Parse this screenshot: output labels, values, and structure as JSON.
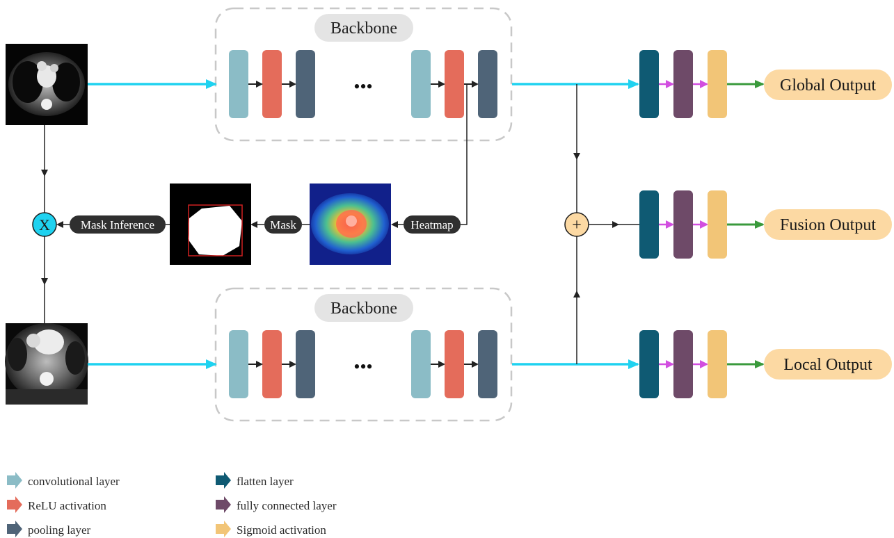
{
  "backbones": [
    {
      "label": "Backbone",
      "ellipsis": "•••"
    },
    {
      "label": "Backbone",
      "ellipsis": "•••"
    }
  ],
  "mid_labels": {
    "heatmap": "Heatmap",
    "mask": "Mask",
    "mask_inference": "Mask Inference"
  },
  "operators": {
    "multiply": "X",
    "add": "+"
  },
  "outputs": [
    {
      "label": "Global Output"
    },
    {
      "label": "Fusion Output"
    },
    {
      "label": "Local Output"
    }
  ],
  "legend": [
    {
      "label": "convolutional layer",
      "color": "#8bbcc6"
    },
    {
      "label": "ReLU activation",
      "color": "#e46c5b"
    },
    {
      "label": "pooling layer",
      "color": "#4f6478"
    },
    {
      "label": "flatten layer",
      "color": "#0f5a73"
    },
    {
      "label": "fully connected layer",
      "color": "#6e4a68"
    },
    {
      "label": "Sigmoid activation",
      "color": "#f2c577"
    }
  ],
  "colors": {
    "conv": "#8bbcc6",
    "relu": "#e46c5b",
    "pool": "#4f6478",
    "flatten": "#0f5a73",
    "fc": "#6e4a68",
    "sigmoid": "#f2c577",
    "cyan_arrow": "#1fd2f0",
    "green_arrow": "#3a9a3c",
    "magenta_arrow": "#d24ee0",
    "output_pill": "#fcd9a3",
    "pill_dark": "#2f2f2f",
    "backbone_label_bg": "#e4e4e4"
  },
  "icons": {
    "ct_image_top": "ct-scan-image",
    "ct_image_bottom": "ct-scan-crop-image",
    "heatmap_image": "heatmap-image",
    "mask_image": "mask-image"
  }
}
